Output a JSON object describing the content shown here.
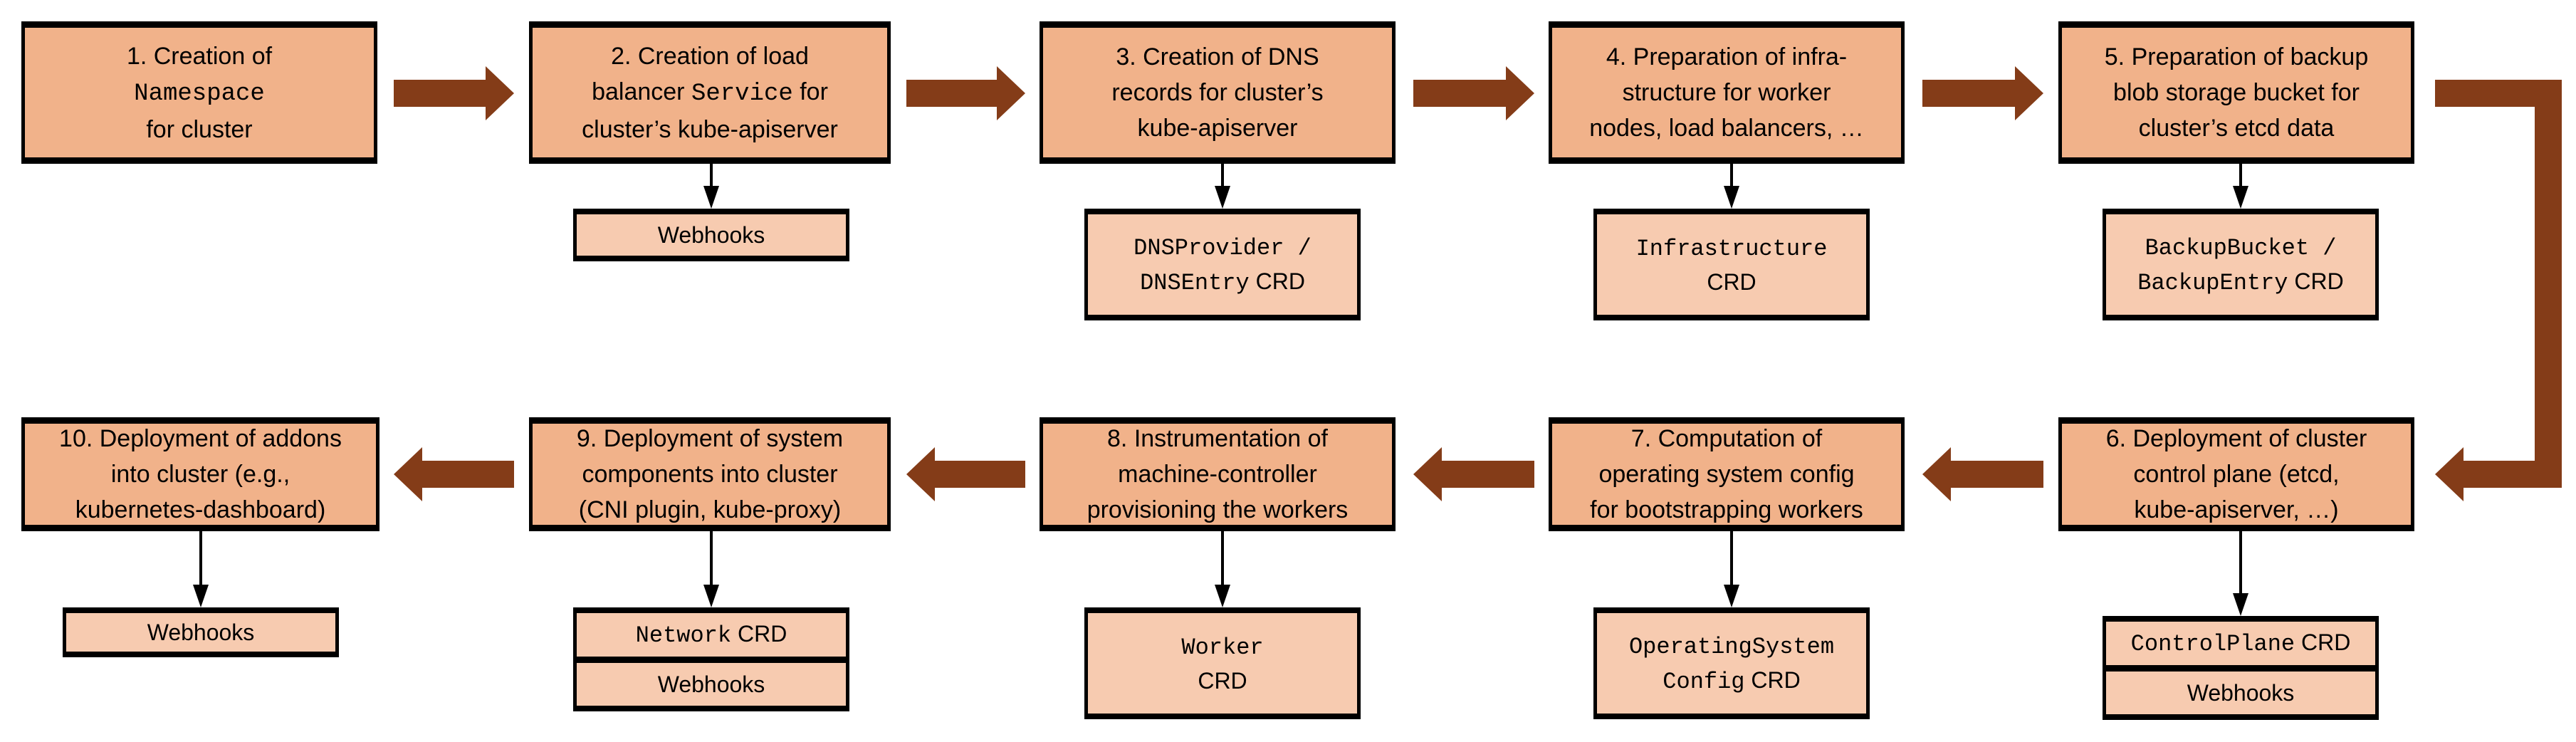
{
  "colors": {
    "step_fill": "#f1b28a",
    "resource_fill": "#f7cbb0",
    "flow_arrow": "#843c18",
    "border": "#000000"
  },
  "steps": [
    {
      "lines": [
        [
          {
            "t": "1. Creation of"
          }
        ],
        [
          {
            "t": "Namespace",
            "mono": true
          }
        ],
        [
          {
            "t": "for cluster"
          }
        ]
      ],
      "resources": []
    },
    {
      "lines": [
        [
          {
            "t": "2. Creation of load"
          }
        ],
        [
          {
            "t": "balancer "
          },
          {
            "t": "Service",
            "mono": true
          },
          {
            "t": " for"
          }
        ],
        [
          {
            "t": "cluster’s kube-apiserver"
          }
        ]
      ],
      "resources": [
        [
          [
            {
              "t": "Webhooks"
            }
          ]
        ]
      ]
    },
    {
      "lines": [
        [
          {
            "t": "3. Creation of DNS"
          }
        ],
        [
          {
            "t": "records for cluster’s"
          }
        ],
        [
          {
            "t": "kube-apiserver"
          }
        ]
      ],
      "resources": [
        [
          [
            {
              "t": "DNSProvider /",
              "mono": true
            }
          ],
          [
            {
              "t": "DNSEntry",
              "mono": true
            },
            {
              "t": " CRD"
            }
          ]
        ]
      ]
    },
    {
      "lines": [
        [
          {
            "t": "4. Preparation of infra-"
          }
        ],
        [
          {
            "t": "structure for worker"
          }
        ],
        [
          {
            "t": "nodes, load balancers, …"
          }
        ]
      ],
      "resources": [
        [
          [
            {
              "t": "Infrastructure",
              "mono": true
            }
          ],
          [
            {
              "t": "CRD"
            }
          ]
        ]
      ]
    },
    {
      "lines": [
        [
          {
            "t": "5. Preparation of backup"
          }
        ],
        [
          {
            "t": "blob storage bucket for"
          }
        ],
        [
          {
            "t": "cluster’s etcd data"
          }
        ]
      ],
      "resources": [
        [
          [
            {
              "t": "BackupBucket /",
              "mono": true
            }
          ],
          [
            {
              "t": "BackupEntry",
              "mono": true
            },
            {
              "t": " CRD"
            }
          ]
        ]
      ]
    },
    {
      "lines": [
        [
          {
            "t": "6. Deployment of cluster"
          }
        ],
        [
          {
            "t": "control plane (etcd,"
          }
        ],
        [
          {
            "t": "kube-apiserver, …)"
          }
        ]
      ],
      "resources": [
        [
          [
            {
              "t": "ControlPlane",
              "mono": true
            },
            {
              "t": " CRD"
            }
          ]
        ],
        [
          [
            {
              "t": "Webhooks"
            }
          ]
        ]
      ]
    },
    {
      "lines": [
        [
          {
            "t": "7. Computation of"
          }
        ],
        [
          {
            "t": "operating system config"
          }
        ],
        [
          {
            "t": "for bootstrapping workers"
          }
        ]
      ],
      "resources": [
        [
          [
            {
              "t": "OperatingSystem",
              "mono": true
            }
          ],
          [
            {
              "t": "Config",
              "mono": true
            },
            {
              "t": " CRD"
            }
          ]
        ]
      ]
    },
    {
      "lines": [
        [
          {
            "t": "8. Instrumentation of"
          }
        ],
        [
          {
            "t": "machine-controller"
          }
        ],
        [
          {
            "t": "provisioning the workers"
          }
        ]
      ],
      "resources": [
        [
          [
            {
              "t": "Worker",
              "mono": true
            }
          ],
          [
            {
              "t": "CRD"
            }
          ]
        ]
      ]
    },
    {
      "lines": [
        [
          {
            "t": "9. Deployment of system"
          }
        ],
        [
          {
            "t": "components into cluster"
          }
        ],
        [
          {
            "t": "(CNI plugin, kube-proxy)"
          }
        ]
      ],
      "resources": [
        [
          [
            {
              "t": "Network",
              "mono": true
            },
            {
              "t": " CRD"
            }
          ]
        ],
        [
          [
            {
              "t": "Webhooks"
            }
          ]
        ]
      ]
    },
    {
      "lines": [
        [
          {
            "t": "10. Deployment of addons"
          }
        ],
        [
          {
            "t": "into cluster (e.g.,"
          }
        ],
        [
          {
            "t": "kubernetes-dashboard)"
          }
        ]
      ],
      "resources": [
        [
          [
            {
              "t": "Webhooks"
            }
          ]
        ]
      ]
    }
  ]
}
